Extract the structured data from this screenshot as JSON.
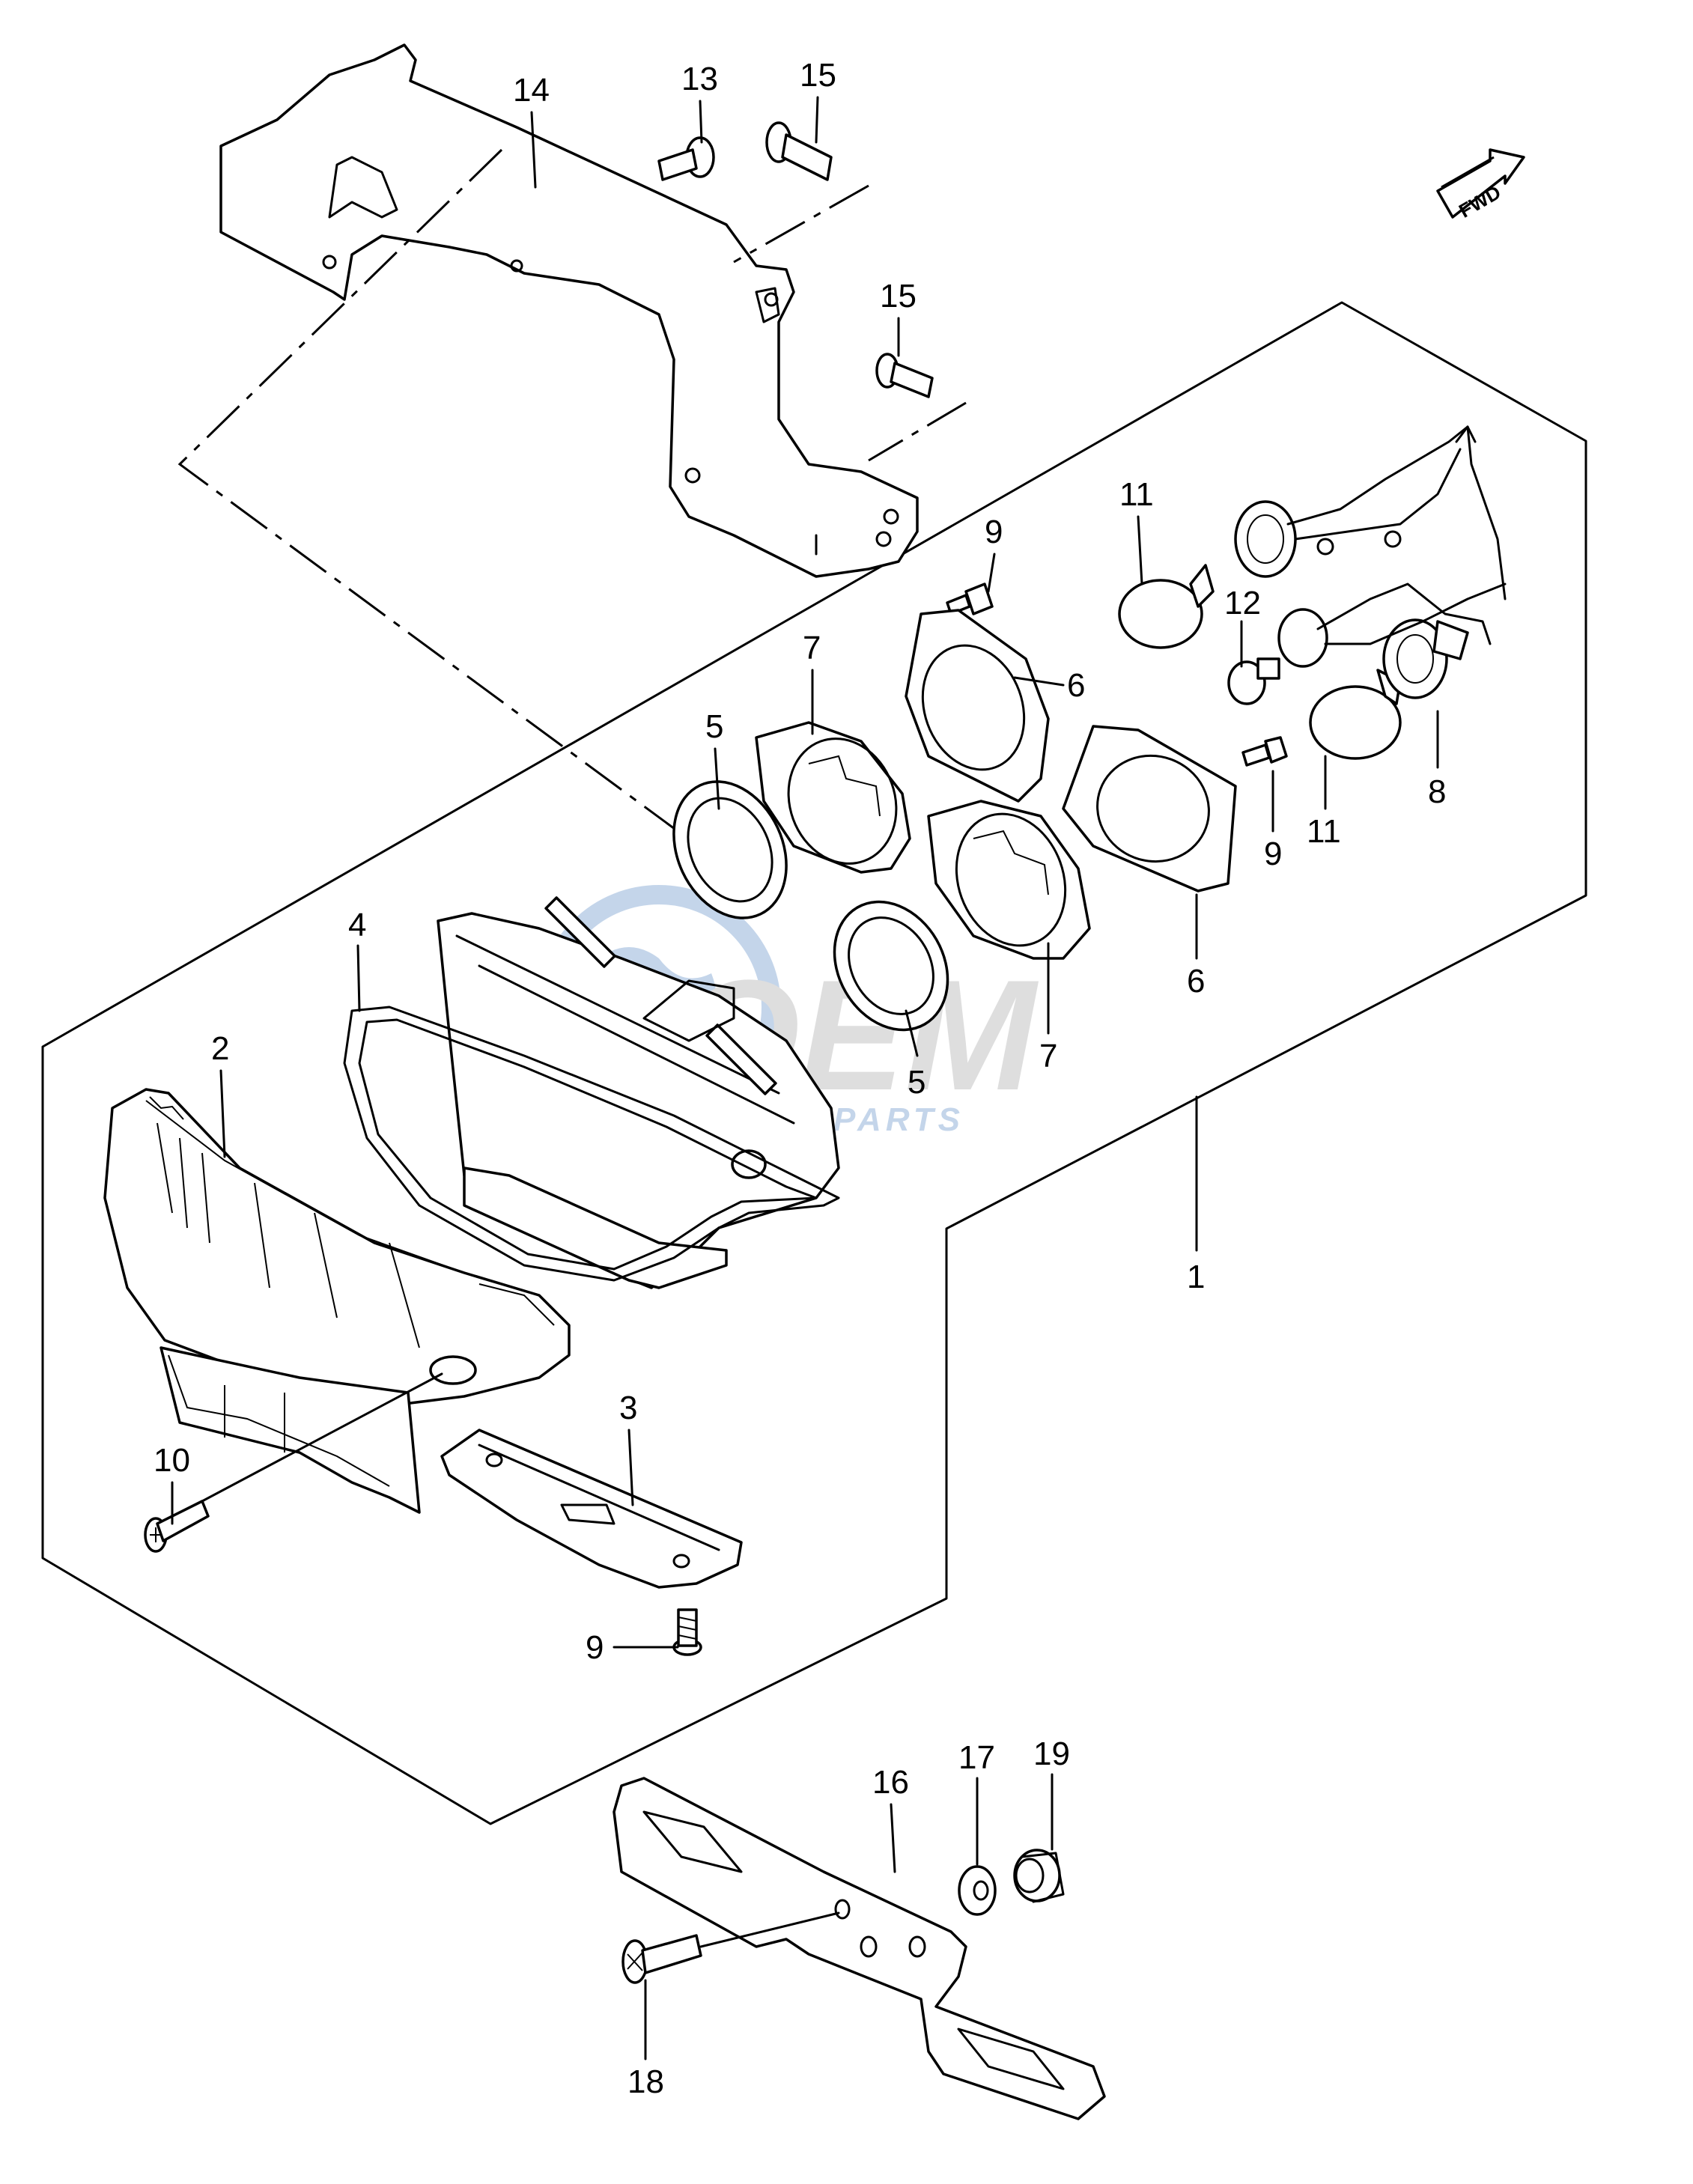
{
  "watermark": {
    "brand": "OEM",
    "sub": "MOTORPARTS",
    "colors": {
      "primary": "#4a7fc0",
      "secondary": "#9a9a9a"
    }
  },
  "fwd_badge": "FWD",
  "callouts": [
    {
      "id": "1",
      "text": "1"
    },
    {
      "id": "2",
      "text": "2"
    },
    {
      "id": "3",
      "text": "3"
    },
    {
      "id": "4",
      "text": "4"
    },
    {
      "id": "5a",
      "text": "5"
    },
    {
      "id": "5b",
      "text": "5"
    },
    {
      "id": "6a",
      "text": "6"
    },
    {
      "id": "6b",
      "text": "6"
    },
    {
      "id": "7a",
      "text": "7"
    },
    {
      "id": "7b",
      "text": "7"
    },
    {
      "id": "8",
      "text": "8"
    },
    {
      "id": "9a",
      "text": "9"
    },
    {
      "id": "9b",
      "text": "9"
    },
    {
      "id": "9c",
      "text": "9"
    },
    {
      "id": "10",
      "text": "10"
    },
    {
      "id": "11a",
      "text": "11"
    },
    {
      "id": "11b",
      "text": "11"
    },
    {
      "id": "12",
      "text": "12"
    },
    {
      "id": "13",
      "text": "13"
    },
    {
      "id": "14",
      "text": "14"
    },
    {
      "id": "15a",
      "text": "15"
    },
    {
      "id": "15b",
      "text": "15"
    },
    {
      "id": "16",
      "text": "16"
    },
    {
      "id": "17",
      "text": "17"
    },
    {
      "id": "18",
      "text": "18"
    },
    {
      "id": "19",
      "text": "19"
    }
  ]
}
